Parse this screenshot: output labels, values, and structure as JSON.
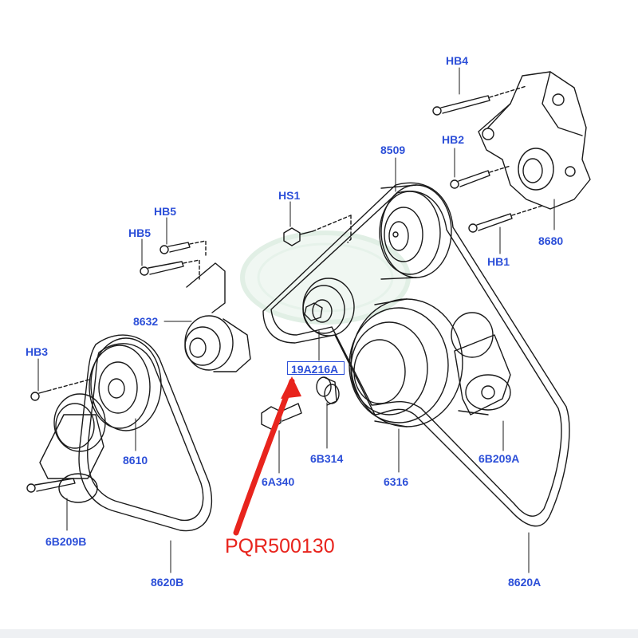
{
  "colors": {
    "callout": "#2c4fd8",
    "highlight": "#e8241d",
    "line": "#1a1a1a",
    "watermark": "#dfeee3"
  },
  "callouts": {
    "hb4": "HB4",
    "n8509": "8509",
    "hb2": "HB2",
    "hs1": "HS1",
    "hb5_top": "HB5",
    "hb5_lower": "HB5",
    "n8632": "8632",
    "hb3": "HB3",
    "n8680": "8680",
    "hb1": "HB1",
    "n19a216a": "19A216A",
    "n8610": "8610",
    "n6b314": "6B314",
    "n6a340": "6A340",
    "n6316": "6316",
    "n6b209a": "6B209A",
    "n6b209b": "6B209B",
    "n8620b": "8620B",
    "n8620a": "8620A"
  },
  "highlight": {
    "part_number": "PQR500130",
    "highlighted_callout": "19A216A"
  }
}
